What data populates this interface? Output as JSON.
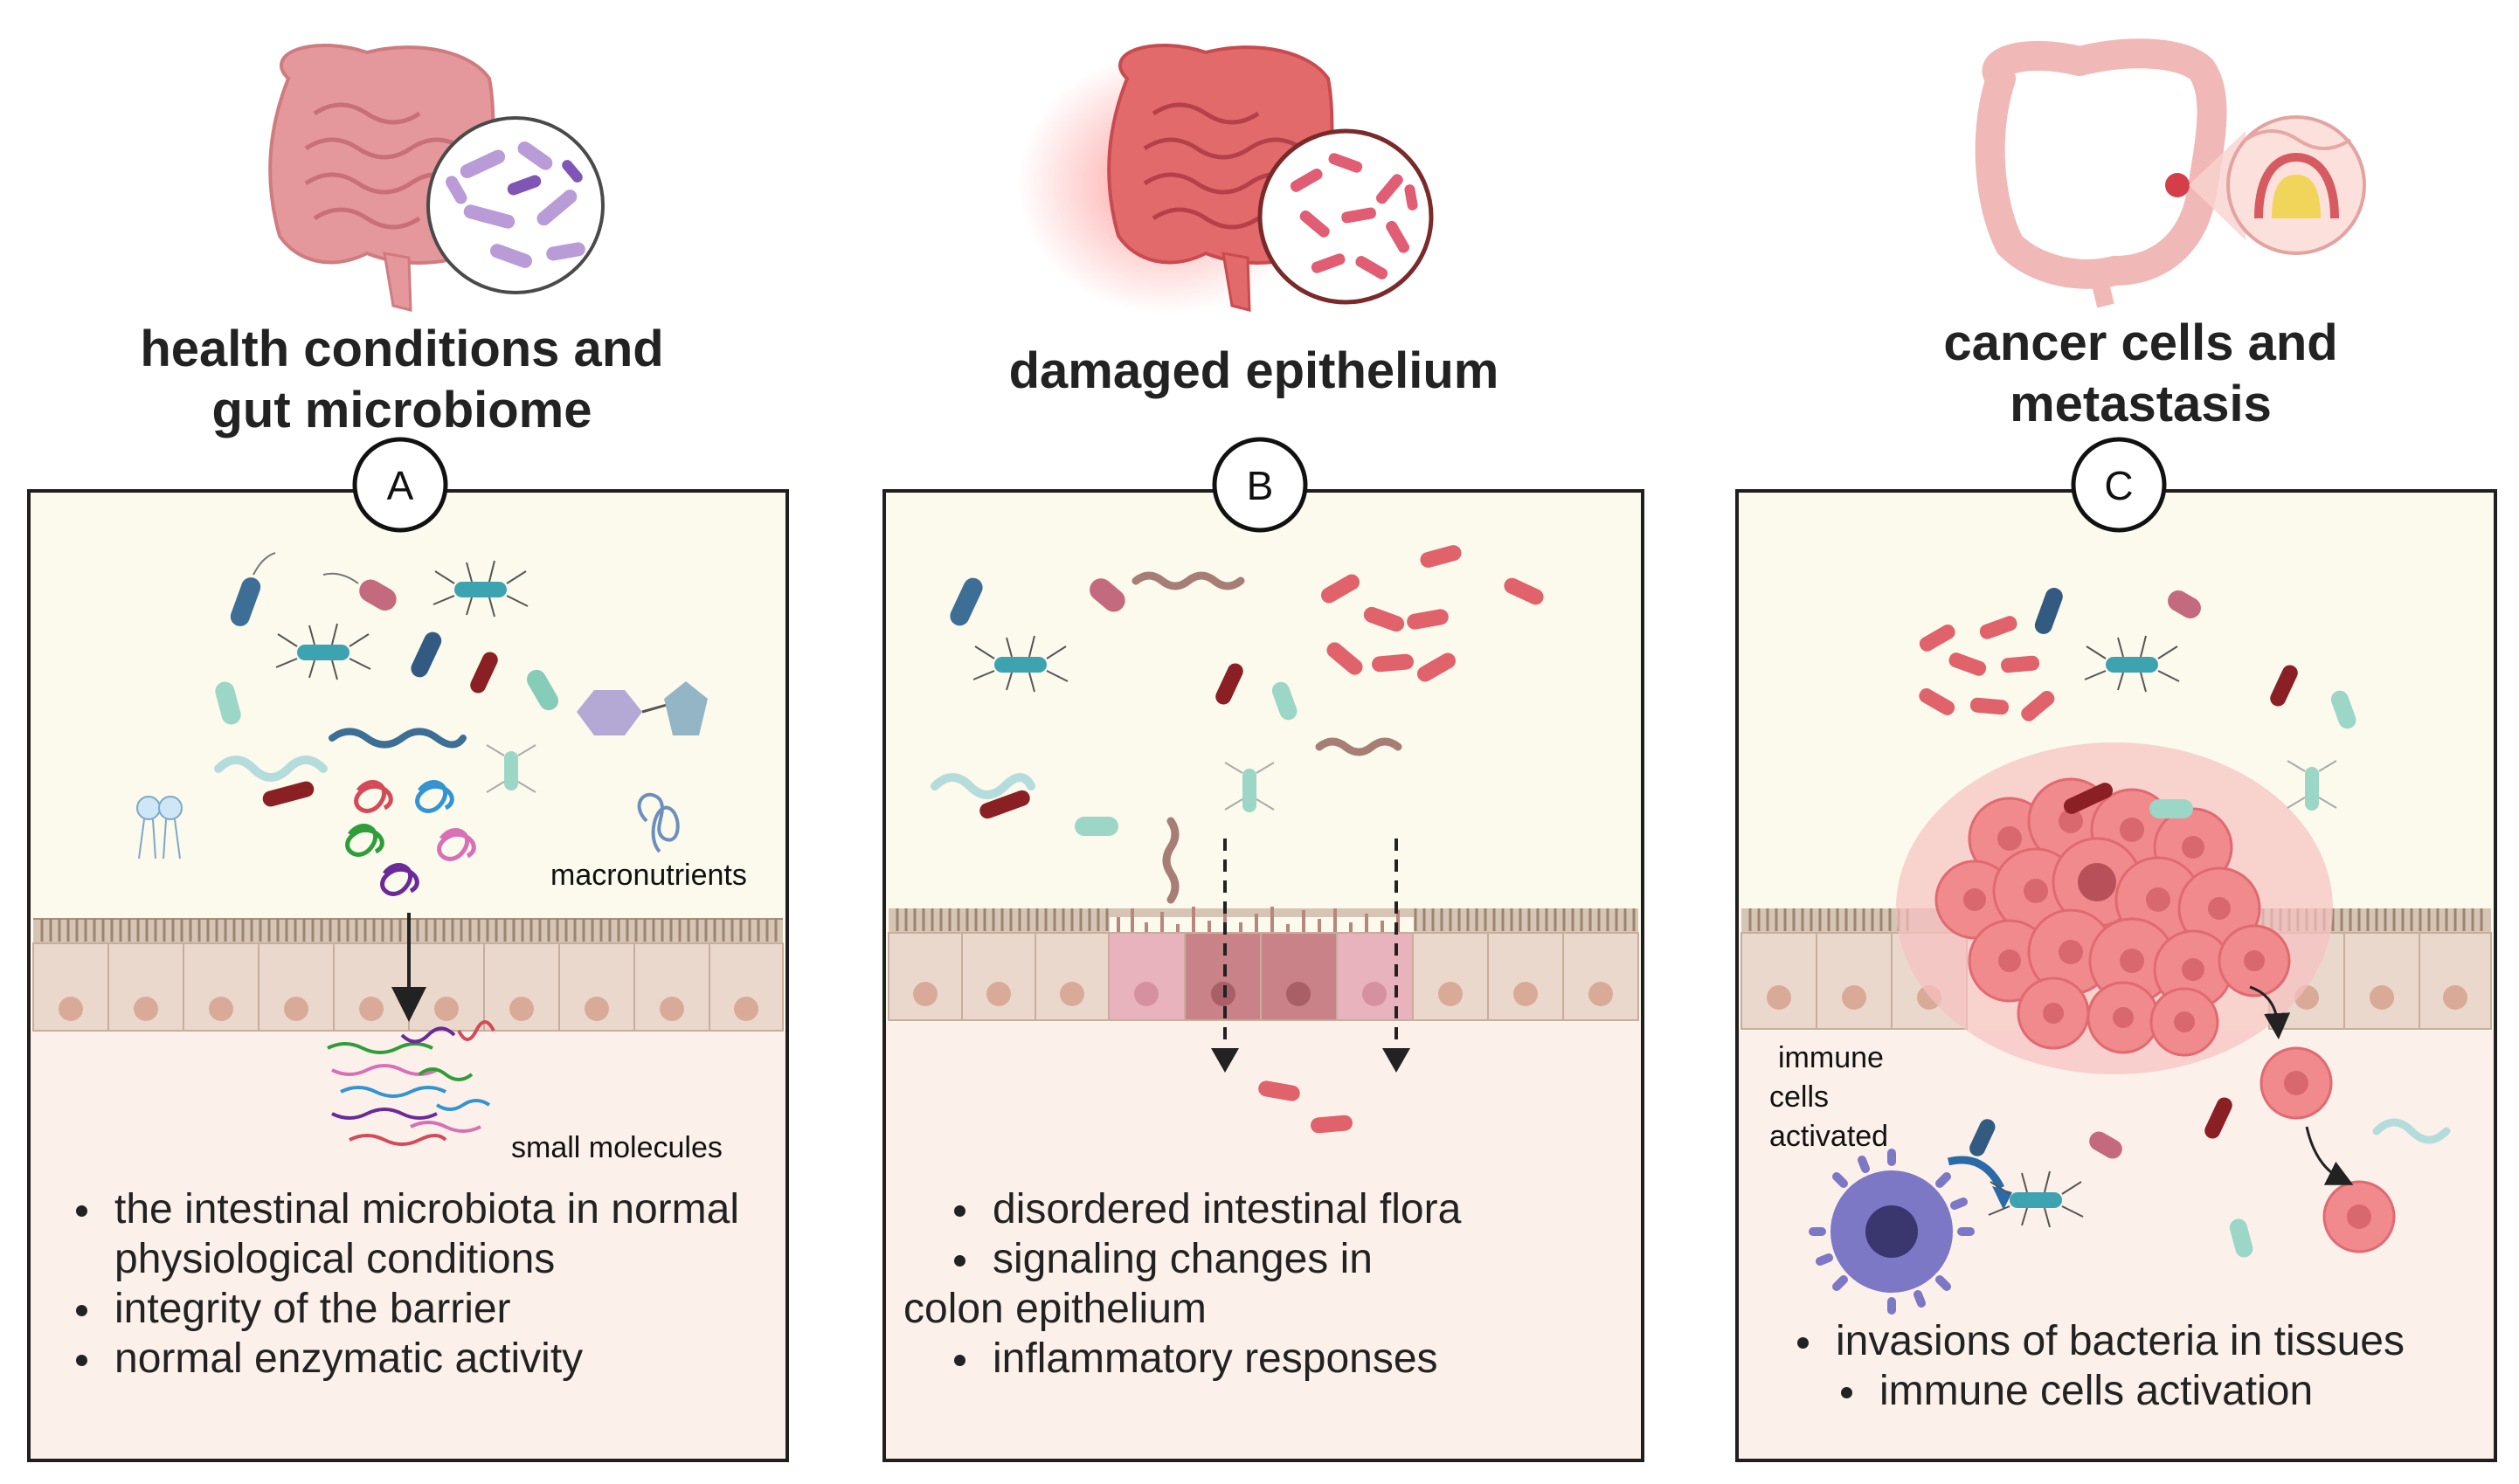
{
  "panels": [
    {
      "letter": "A",
      "title_lines": [
        "health conditions and",
        "gut microbiome"
      ],
      "labels": {
        "macronutrients": "macronutrients",
        "small_molecules": "small molecules"
      },
      "bullets": [
        "the intestinal microbiota  in normal",
        "physiological conditions",
        "integrity of the barrier",
        "normal enzymatic activity"
      ]
    },
    {
      "letter": "B",
      "title_lines": [
        "damaged epithelium"
      ],
      "bullets": [
        "disordered intestinal flora",
        "signaling changes in",
        "colon epithelium",
        "inflammatory responses"
      ]
    },
    {
      "letter": "C",
      "title_lines": [
        "cancer cells and",
        "metastasis"
      ],
      "labels": {
        "immune_1": "immune",
        "immune_2": "cells",
        "immune_3": "activated"
      },
      "bullets": [
        "invasions of bacteria in tissues",
        "immune cells activation"
      ]
    }
  ],
  "colors": {
    "panel_border": "#1f1f1f",
    "upper_bg": "#fbfaec",
    "lower_bg": "#fcf1ea",
    "cell_fill": "#ead8cc",
    "nucleus": "#d9aa98",
    "damaged_cell": "#e9b3be",
    "damaged_cell_dark": "#c98287",
    "red_bacteria": "#e0626b",
    "tumor": "#f08a8d"
  }
}
